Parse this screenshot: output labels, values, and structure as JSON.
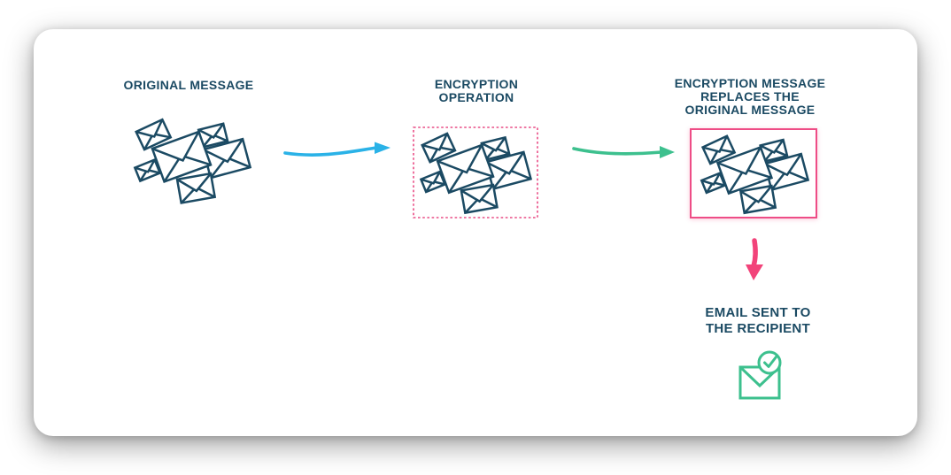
{
  "card": {
    "steps": [
      {
        "id": "original-message",
        "label": "ORIGINAL MESSAGE"
      },
      {
        "id": "encryption-operation",
        "label": "ENCRYPTION\nOPERATION"
      },
      {
        "id": "encryption-replaces",
        "label": "ENCRYPTION MESSAGE\nREPLACES THE\nORIGINAL MESSAGE"
      },
      {
        "id": "email-sent",
        "label": "EMAIL SENT TO\nTHE RECIPIENT"
      }
    ],
    "icons": {
      "cluster": "envelope-cluster-icon",
      "arrow_blue": "arrow-right-blue-icon",
      "arrow_green": "arrow-right-green-icon",
      "arrow_pink": "arrow-down-pink-icon",
      "recipient": "envelope-check-icon"
    },
    "colors": {
      "navy": "#1b4a63",
      "blue": "#2ab2e7",
      "green": "#3dc08e",
      "pink": "#f2437a",
      "box_pink": "#ee4d86",
      "dashed_pink": "#e94d85"
    }
  }
}
